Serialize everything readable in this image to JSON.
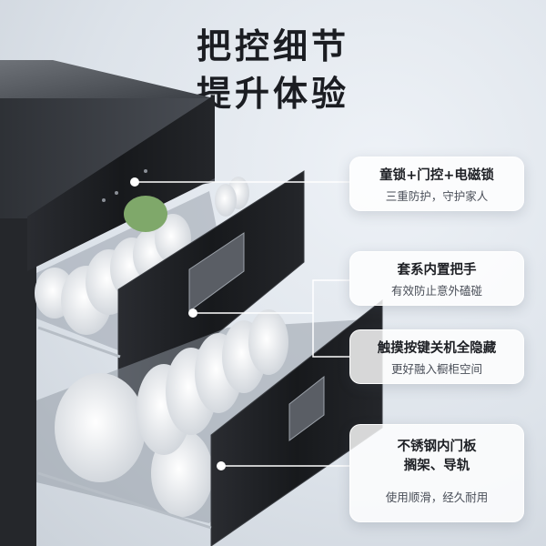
{
  "headline": {
    "line1": "把控细节",
    "line2": "提升体验"
  },
  "callouts": [
    {
      "title": "童锁+门控+电磁锁",
      "subtitle": "三重防护，守护家人"
    },
    {
      "title": "套系内置把手",
      "subtitle": "有效防止意外磕碰"
    },
    {
      "title": "触摸按键关机全隐藏",
      "subtitle": "更好融入橱柜空间"
    },
    {
      "title_line1": "不锈钢内门板",
      "title_line2": "搁架、导轨",
      "subtitle": "使用顺滑，经久耐用"
    }
  ],
  "colors": {
    "panel": "#1a1c20",
    "accent_line": "#ffffff",
    "text": "#1d1f24"
  }
}
